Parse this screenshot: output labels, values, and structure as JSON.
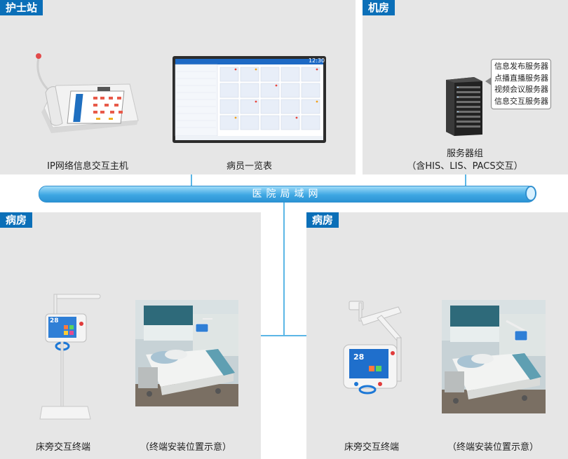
{
  "sections": {
    "nurse_station": "护士站",
    "machine_room": "机房",
    "ward_left": "病房",
    "ward_right": "病房"
  },
  "network": {
    "label": "医院局域网"
  },
  "nurse_station": {
    "host_caption": "IP网络信息交互主机",
    "screen_caption": "病员一览表",
    "screen_time": "12:30"
  },
  "machine_room": {
    "servers_caption_line1": "服务器组",
    "servers_caption_line2": "（含HIS、LIS、PACS交互）",
    "server_list": [
      "信息发布服务器",
      "点播直播服务器",
      "视频会议服务器",
      "信息交互服务器"
    ]
  },
  "ward_left": {
    "terminal_caption": "床旁交互终端",
    "install_caption": "（终端安装位置示意）",
    "terminal_display": "28"
  },
  "ward_right": {
    "terminal_caption": "床旁交互终端",
    "install_caption": "（终端安装位置示意）",
    "terminal_display": "28"
  },
  "colors": {
    "accent": "#0b6fb8",
    "network": "#3ea7e3",
    "panel": "#e6e6e6"
  }
}
